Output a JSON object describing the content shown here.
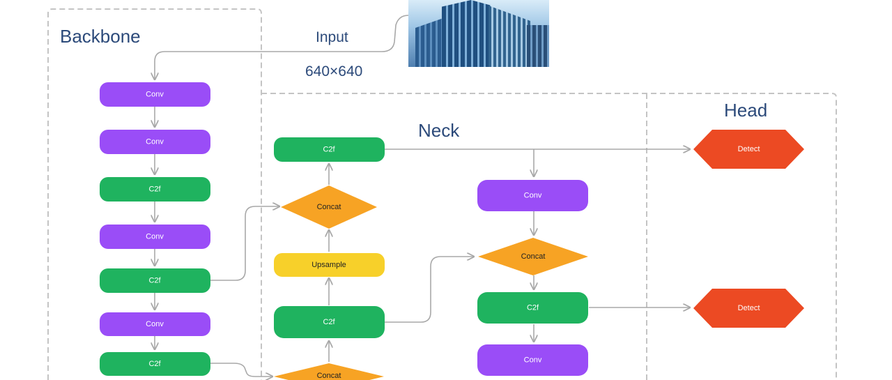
{
  "sections": {
    "backbone": "Backbone",
    "neck": "Neck",
    "head": "Head"
  },
  "input": {
    "label": "Input",
    "size": "640×640"
  },
  "colors": {
    "conv": "#9a4df7",
    "c2f": "#1fb35f",
    "concat": "#f7a324",
    "upsample": "#f7d02a",
    "detect": "#ec4a23",
    "arrow": "#a8a8a8",
    "dashed": "#c4c4c4",
    "title": "#2c4a7a"
  },
  "nodes": {
    "backbone_conv_1": "Conv",
    "backbone_conv_2": "Conv",
    "backbone_c2f_1": "C2f",
    "backbone_conv_3": "Conv",
    "backbone_c2f_2": "C2f",
    "backbone_conv_4": "Conv",
    "backbone_c2f_3": "C2f",
    "neck_c2f_top": "C2f",
    "neck_concat_1": "Concat",
    "neck_upsample": "Upsample",
    "neck_c2f_mid": "C2f",
    "neck_concat_bottom": "Concat",
    "neck_conv_right_1": "Conv",
    "neck_concat_right": "Concat",
    "neck_c2f_right": "C2f",
    "neck_conv_right_2": "Conv",
    "head_detect_1": "Detect",
    "head_detect_2": "Detect"
  }
}
